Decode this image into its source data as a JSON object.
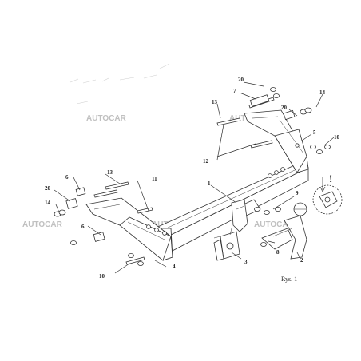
{
  "watermarks": [
    "AUTOCAR",
    "AUTOCAR",
    "AUTOCAR",
    "AUTOCAR"
  ],
  "caption": "Rys. 1",
  "warning_mark": "!",
  "part_labels": {
    "p1": "1",
    "p2": "2",
    "p3": "3",
    "p4": "4",
    "p5": "5",
    "p6a": "6",
    "p6b": "6",
    "p7": "7",
    "p8": "8",
    "p9": "9",
    "p10a": "10",
    "p10b": "10",
    "p11": "11",
    "p12": "12",
    "p13a": "13",
    "p13b": "13",
    "p14a": "14",
    "p14b": "14",
    "p20a": "20",
    "p20b": "20",
    "p20c": "20"
  }
}
